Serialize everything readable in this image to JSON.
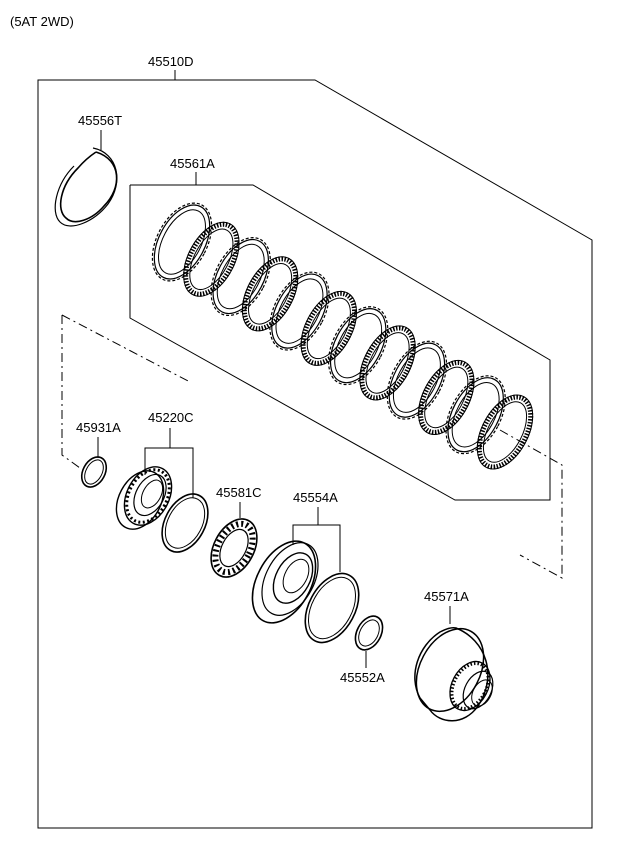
{
  "header": {
    "variant": "(5AT 2WD)"
  },
  "assembly": {
    "label": "45510D"
  },
  "parts": {
    "snap_ring": "45556T",
    "clutch_pack": "45561A",
    "ring_small": "45931A",
    "hub_seal": "45220C",
    "bearing": "45581C",
    "piston_seal": "45554A",
    "oring": "45552A",
    "retainer": "45571A"
  }
}
